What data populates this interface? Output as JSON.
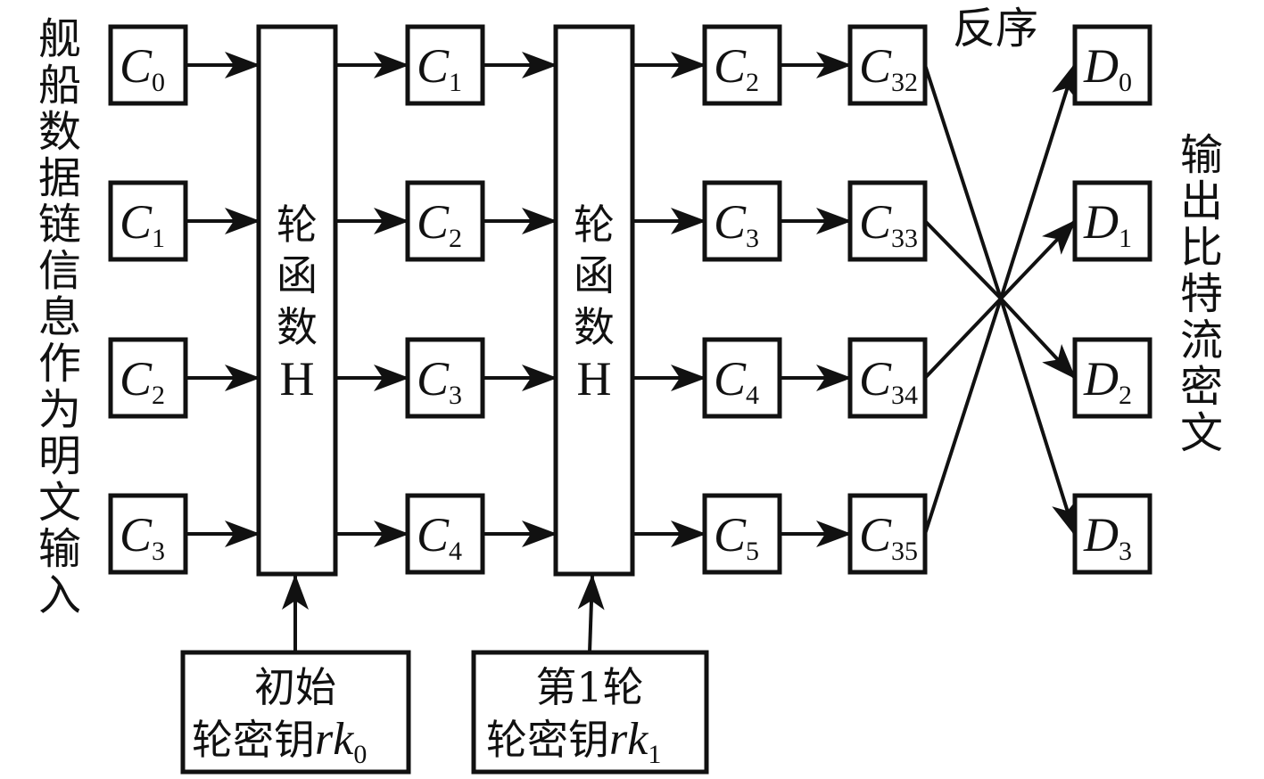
{
  "input_label": "舰船数据链信息作为明文输入",
  "output_label": "输出比特流密文",
  "reverse_label": "反序",
  "round_function": {
    "line1": "轮",
    "line2": "函",
    "line3": "数",
    "line4": "H"
  },
  "columns": [
    {
      "id": "input",
      "nodes": [
        {
          "base": "C",
          "sub": "0"
        },
        {
          "base": "C",
          "sub": "1"
        },
        {
          "base": "C",
          "sub": "2"
        },
        {
          "base": "C",
          "sub": "3"
        }
      ]
    },
    {
      "id": "after-round-0",
      "nodes": [
        {
          "base": "C",
          "sub": "1"
        },
        {
          "base": "C",
          "sub": "2"
        },
        {
          "base": "C",
          "sub": "3"
        },
        {
          "base": "C",
          "sub": "4"
        }
      ]
    },
    {
      "id": "after-round-1",
      "nodes": [
        {
          "base": "C",
          "sub": "2"
        },
        {
          "base": "C",
          "sub": "3"
        },
        {
          "base": "C",
          "sub": "4"
        },
        {
          "base": "C",
          "sub": "5"
        }
      ]
    },
    {
      "id": "final-state",
      "nodes": [
        {
          "base": "C",
          "sub": "32"
        },
        {
          "base": "C",
          "sub": "33"
        },
        {
          "base": "C",
          "sub": "34"
        },
        {
          "base": "C",
          "sub": "35"
        }
      ]
    },
    {
      "id": "output",
      "nodes": [
        {
          "base": "D",
          "sub": "0"
        },
        {
          "base": "D",
          "sub": "1"
        },
        {
          "base": "D",
          "sub": "2"
        },
        {
          "base": "D",
          "sub": "3"
        }
      ]
    }
  ],
  "keys": [
    {
      "line1": "初始",
      "line2_cjk": "轮密钥",
      "var": "rk",
      "sub": "0"
    },
    {
      "line1": "第1轮",
      "line2_cjk": "轮密钥",
      "var": "rk",
      "sub": "1"
    }
  ],
  "reverse_mapping": [
    {
      "from": "C35",
      "to": "D0"
    },
    {
      "from": "C34",
      "to": "D1"
    },
    {
      "from": "C33",
      "to": "D2"
    },
    {
      "from": "C32",
      "to": "D3"
    }
  ]
}
